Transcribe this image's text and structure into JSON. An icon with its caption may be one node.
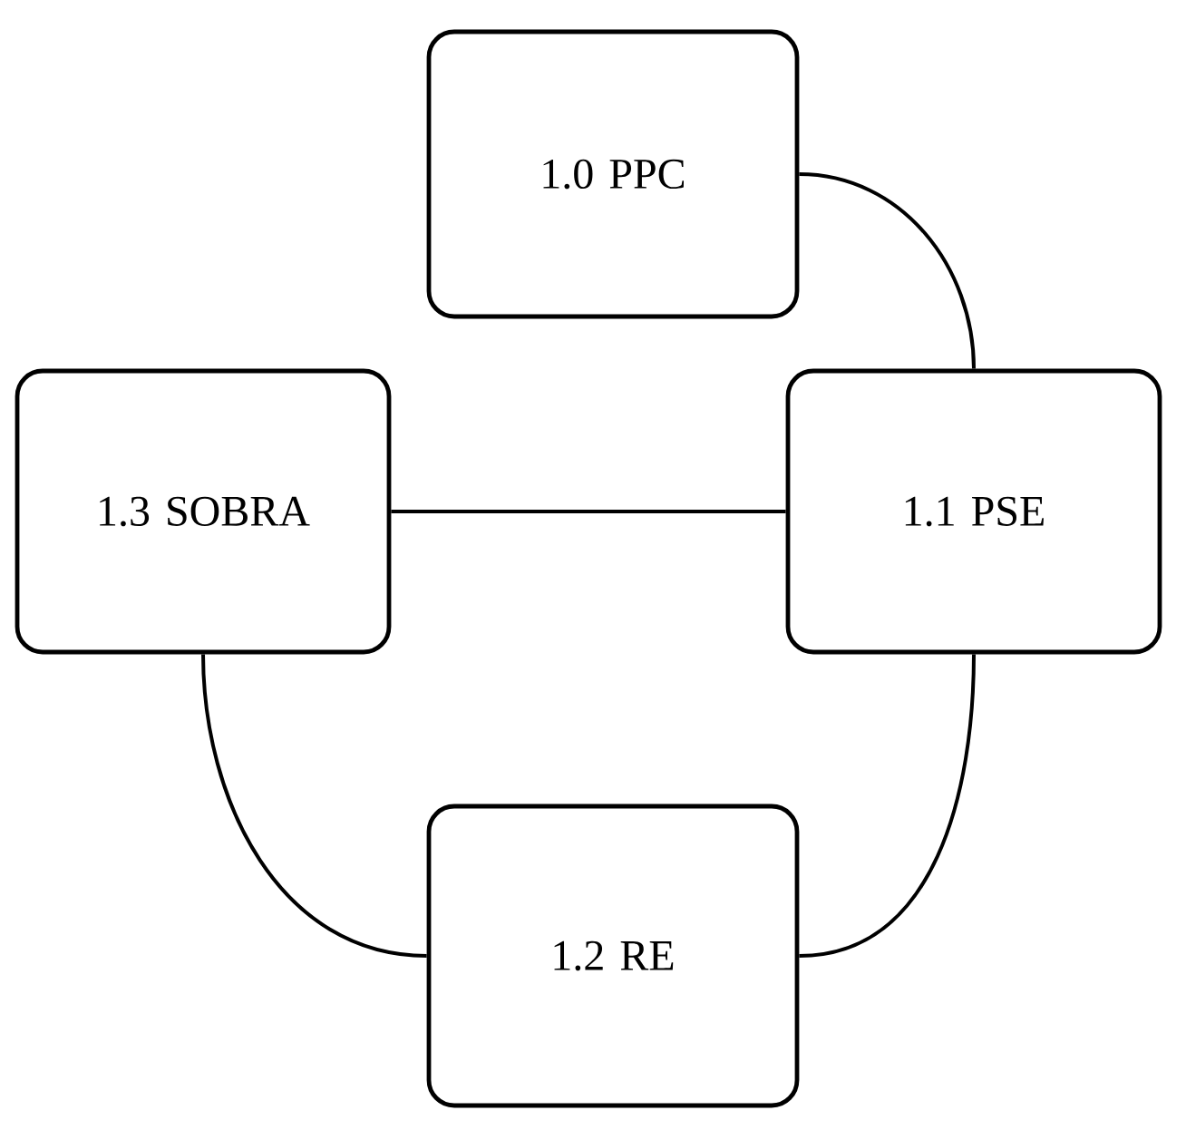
{
  "diagram": {
    "nodes": [
      {
        "text": [
          "1.0 PPC"
        ]
      },
      {
        "text": [
          "1.1 PSE"
        ]
      },
      {
        "text": [
          "1.2 RE"
        ]
      },
      {
        "text": [
          "1.3 SOBRA"
        ]
      }
    ],
    "edges": [
      {
        "from": 0,
        "to": 1,
        "arrow": "none"
      },
      {
        "from": 1,
        "to": 2,
        "arrow": "none"
      },
      {
        "from": 2,
        "to": 3,
        "arrow": "none"
      },
      {
        "from": 3,
        "to": 1,
        "arrow": "none"
      }
    ]
  }
}
